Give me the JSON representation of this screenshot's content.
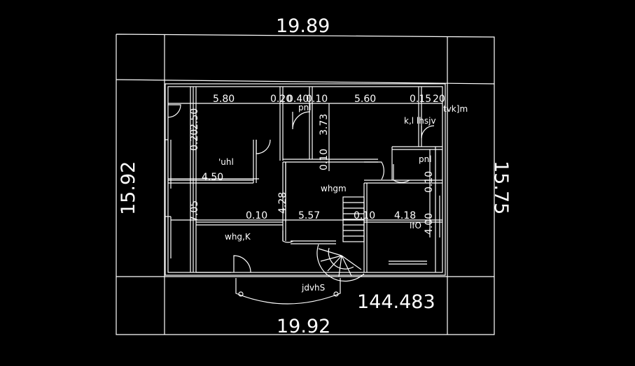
{
  "outer_dimensions": {
    "top": "19.89",
    "bottom": "19.92",
    "left": "15.92",
    "right": "15.75",
    "area": "144.483"
  },
  "inner_dimensions": {
    "top_a": "5.80",
    "top_b": "0.20",
    "top_c": "0.40",
    "top_d": "0.10",
    "top_e": "5.60",
    "top_f": "0.15",
    "top_g": "20",
    "left_a": "0.20",
    "left_b": "2.50",
    "left_c": "4.50",
    "left_d": "7.05",
    "center_v1": "3.73",
    "center_v2": "0.10",
    "center_v3": "4.28",
    "mid_a": "0.10",
    "mid_b": "5.57",
    "mid_c": "0.10",
    "mid_d": "4.18",
    "right_a": "0.10",
    "right_b": "4.00"
  },
  "room_labels": {
    "r1": "'uhl",
    "r2": "whgm",
    "r3": "whg,K",
    "r4": "jdvhS",
    "r5": "pnl",
    "r6": "k,l lhsjv",
    "r7": "tvk]m",
    "r8": "pnl",
    "r9": "lfO"
  }
}
